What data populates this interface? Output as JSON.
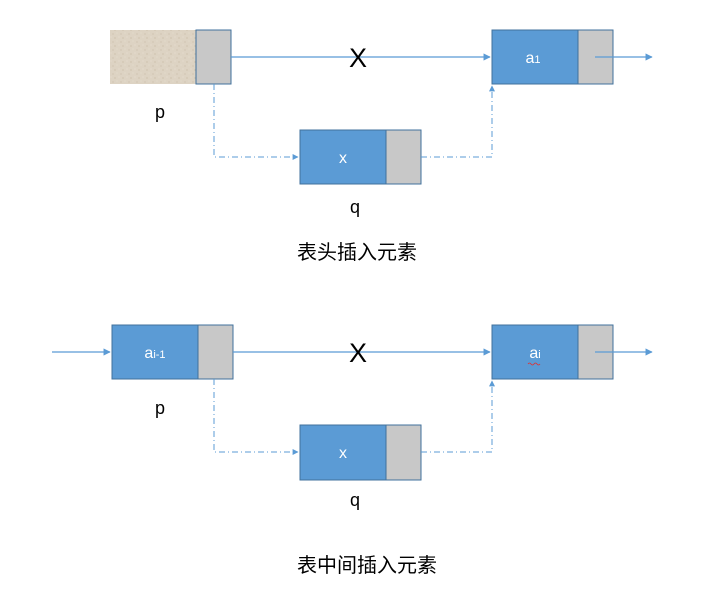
{
  "top": {
    "head_label": "p",
    "first_node_main": "a",
    "first_node_sub": "1",
    "new_node_label": "x",
    "new_node_pointer_label": "q",
    "cut_mark": "X",
    "caption": "表头插入元素"
  },
  "bottom": {
    "prev_node_main": "a",
    "prev_node_sub": "i-1",
    "prev_pointer_label": "p",
    "next_node_main": "a",
    "next_node_sub": "i",
    "new_node_label": "x",
    "new_node_pointer_label": "q",
    "cut_mark": "X",
    "caption": "表中间插入元素"
  },
  "colors": {
    "node_blue": "#5b9bd5",
    "node_border": "#41719c",
    "pointer_gray": "#c8c8c8",
    "arrow": "#5b9bd5",
    "head_texture": "#ddd3c3"
  }
}
